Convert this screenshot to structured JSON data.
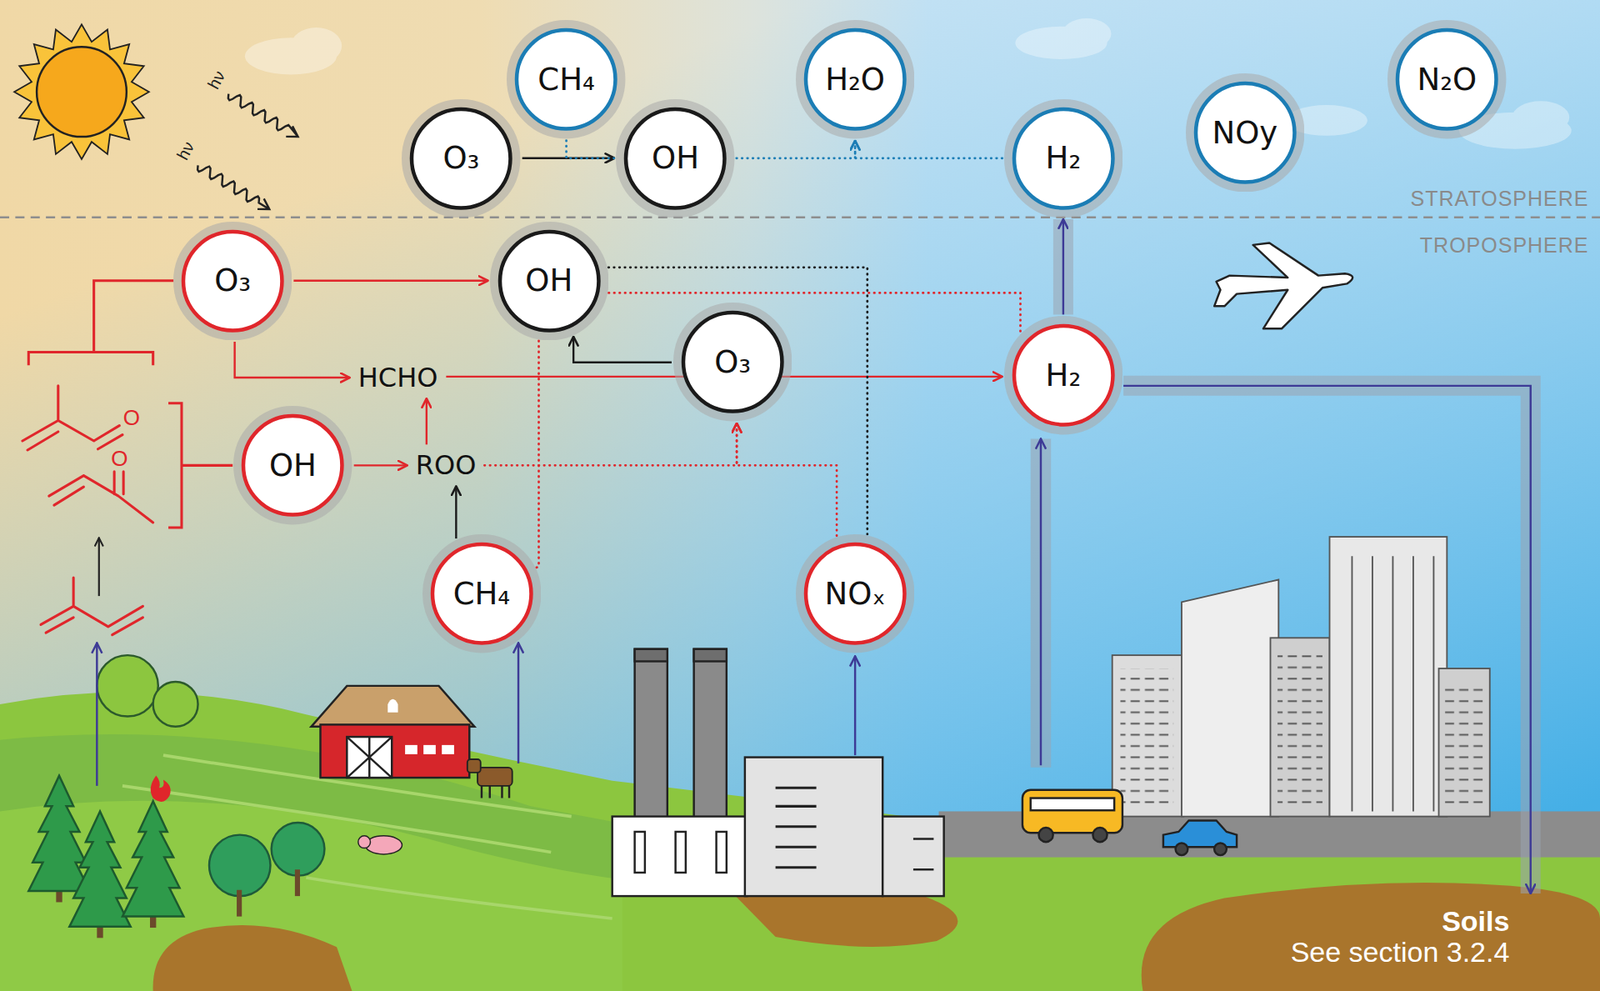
{
  "diagram": {
    "nodes": [
      {
        "text": [
          "CH₄"
        ]
      },
      {
        "text": [
          "H₂O"
        ]
      },
      {
        "text": [
          "N₂O"
        ]
      },
      {
        "text": [
          "O₃"
        ]
      },
      {
        "text": [
          "OH"
        ]
      },
      {
        "text": [
          "NOy"
        ]
      },
      {
        "text": [
          "H₂"
        ]
      },
      {
        "text": [
          "O₃"
        ]
      },
      {
        "text": [
          "OH"
        ]
      },
      {
        "text": [
          "HCHO"
        ]
      },
      {
        "text": [
          "O₃"
        ]
      },
      {
        "text": [
          "H₂"
        ]
      },
      {
        "text": [
          "OH"
        ]
      },
      {
        "text": [
          "ROO"
        ]
      },
      {
        "text": [
          "CH₄"
        ]
      },
      {
        "text": [
          "NOₓ"
        ]
      },
      {
        "text": [
          "Soils",
          "See section 3.2.4"
        ]
      }
    ],
    "edges": [
      {
        "from": 3,
        "to": 4,
        "arrow": "to"
      },
      {
        "from": 0,
        "to": 4,
        "arrow": "none"
      },
      {
        "from": 4,
        "to": 1,
        "arrow": "to"
      },
      {
        "from": 6,
        "to": 1,
        "arrow": "to"
      },
      {
        "from": 11,
        "to": 6,
        "arrow": "to"
      },
      {
        "from": 7,
        "to": 8,
        "arrow": "to"
      },
      {
        "from": 7,
        "to": 9,
        "arrow": "to"
      },
      {
        "from": 12,
        "to": 13,
        "arrow": "to"
      },
      {
        "from": 13,
        "to": 9,
        "arrow": "to"
      },
      {
        "from": 14,
        "to": 13,
        "arrow": "to"
      },
      {
        "from": 9,
        "to": 11,
        "arrow": "to"
      },
      {
        "from": 10,
        "to": 8,
        "arrow": "to"
      },
      {
        "from": 13,
        "to": 10,
        "arrow": "to"
      },
      {
        "from": 15,
        "to": 10,
        "arrow": "to"
      },
      {
        "from": 14,
        "to": 8,
        "arrow": "none"
      },
      {
        "from": 8,
        "to": 11,
        "arrow": "none"
      },
      {
        "from": 8,
        "to": 15,
        "arrow": "none"
      },
      {
        "from": 11,
        "to": 16,
        "arrow": "to"
      }
    ],
    "labels": [
      "hν",
      "hν",
      "STRATOSPHERE",
      "TROPOSPHERE",
      "O",
      "O"
    ]
  }
}
